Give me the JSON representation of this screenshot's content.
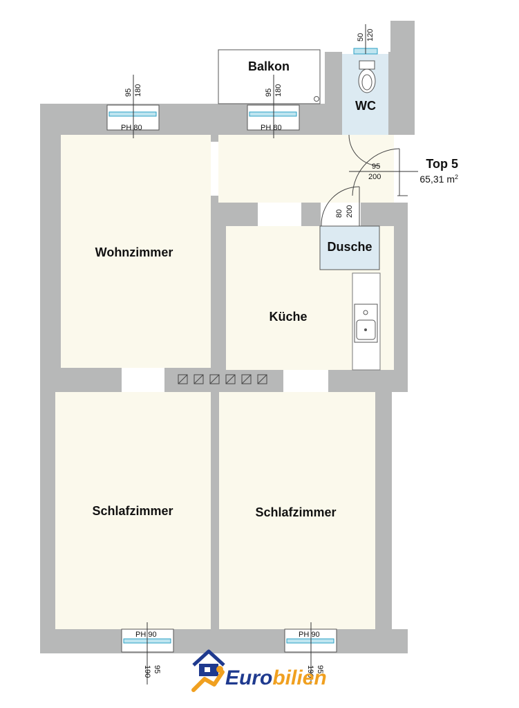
{
  "unit": {
    "name": "Top 5",
    "area": "65,31 m",
    "area_sup": "2"
  },
  "rooms": {
    "balkon": "Balkon",
    "wc": "WC",
    "wohnzimmer": "Wohnzimmer",
    "kueche": "Küche",
    "dusche": "Dusche",
    "schlafzimmer_1": "Schlafzimmer",
    "schlafzimmer_2": "Schlafzimmer"
  },
  "windows": {
    "wohnzimmer": {
      "width": "95",
      "height": "180",
      "sill": "PH 80"
    },
    "balkon_door": {
      "width": "95",
      "height": "180",
      "sill": "PH 80"
    },
    "wc": {
      "width": "50",
      "height": "120"
    },
    "schlafzimmer_1": {
      "width": "95",
      "height": "190",
      "sill": "PH 90"
    },
    "schlafzimmer_2": {
      "width": "95",
      "height": "190",
      "sill": "PH 90"
    }
  },
  "doors": {
    "entrance": {
      "width": "95",
      "height": "200"
    },
    "dusche": {
      "width": "80",
      "height": "200"
    }
  },
  "brand": {
    "name_part1": "Euro",
    "name_part2": "bilien",
    "color_blue": "#1f3a8f",
    "color_orange": "#f0a020"
  },
  "colors": {
    "wall": "#b7b8b8",
    "floor": "#fbf9ec",
    "wet_area": "#dceaf2"
  }
}
